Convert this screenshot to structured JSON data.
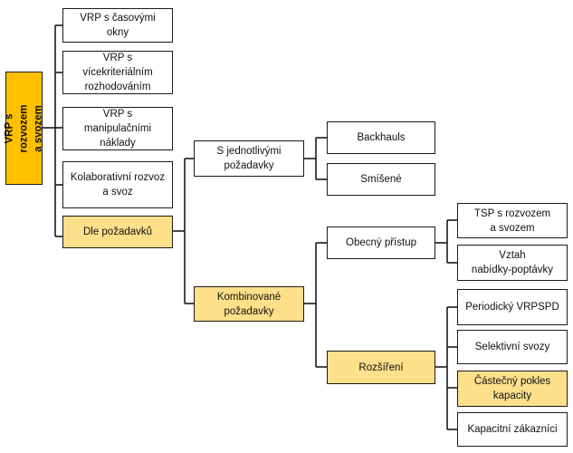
{
  "root": {
    "label": "VRP s rozvozem\na svozem"
  },
  "level1": [
    {
      "label": "VRP s časovými okny"
    },
    {
      "label": "VRP s vícekriteriálním\nrozhodováním"
    },
    {
      "label": "VRP s manipulačními\nnáklady"
    },
    {
      "label": "Kolaborativní rozvoz\na svoz"
    },
    {
      "label": "Dle požadavků"
    }
  ],
  "level2": [
    {
      "label": "S jednotlivými\npožadavky"
    },
    {
      "label": "Kombinované\npožadavky"
    }
  ],
  "level3": [
    {
      "label": "Backhauls"
    },
    {
      "label": "Smíšené"
    },
    {
      "label": "Obecný přístup"
    },
    {
      "label": "Rozšíření"
    }
  ],
  "level4": [
    {
      "label": "TSP s rozvozem\na svozem"
    },
    {
      "label": "Vztah\nnabídky-poptávky"
    },
    {
      "label": "Periodický VRPSPD"
    },
    {
      "label": "Selektivní svozy"
    },
    {
      "label": "Částečný pokles\nkapacity"
    },
    {
      "label": "Kapacitní zákazníci"
    }
  ],
  "colors": {
    "highlight": "#ffe08a",
    "root": "#ffc000",
    "line": "#1a1a1a"
  }
}
